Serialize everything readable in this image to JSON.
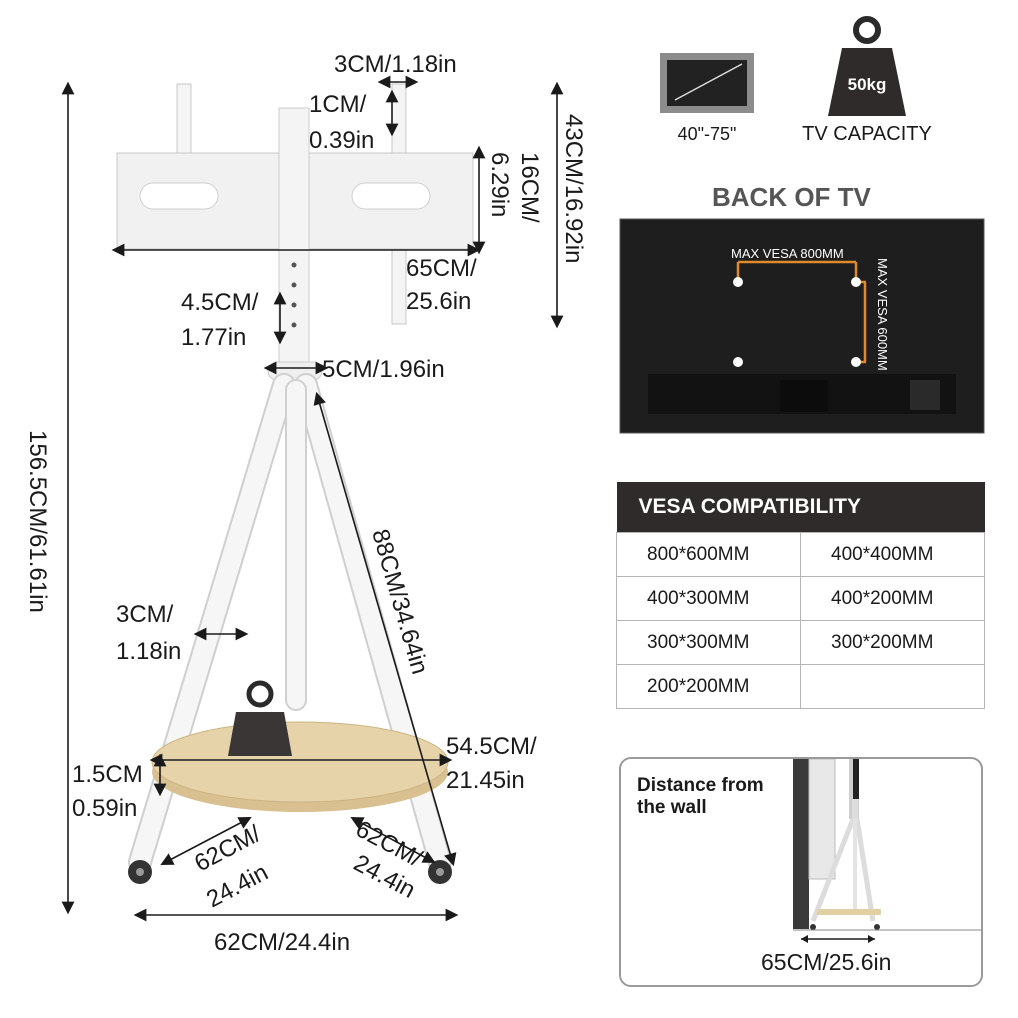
{
  "dimensions": {
    "bracket_gap": "3CM/1.18in",
    "slot_small_1": "1CM/",
    "slot_small_2": "0.39in",
    "bracket_height_1": "6.29in",
    "bracket_height_2": "16CM/",
    "mount_height": "43CM/16.92in",
    "bracket_width_1": "65CM/",
    "bracket_width_2": "25.6in",
    "hole_spacing_1": "4.5CM/",
    "hole_spacing_2": "1.77in",
    "pole_diameter": "5CM/1.96in",
    "total_height": "156.5CM/61.61in",
    "leg_length": "88CM/34.64in",
    "leg_diameter_1": "3CM/",
    "leg_diameter_2": "1.18in",
    "shelf_width_1": "54.5CM/",
    "shelf_width_2": "21.45in",
    "shelf_thickness_1": "1.5CM",
    "shelf_thickness_2": "0.59in",
    "leg_span_left_1": "62CM/",
    "leg_span_left_2": "24.4in",
    "leg_span_right_1": "62CM/",
    "leg_span_right_2": "24.4in",
    "base_width": "62CM/24.4in"
  },
  "specs": {
    "screen_size": "40\"-75\"",
    "capacity_label": "TV CAPACITY",
    "weight": "50kg"
  },
  "back_of_tv": {
    "title": "BACK OF TV",
    "vesa_horizontal": "MAX VESA 800MM",
    "vesa_vertical": "MAX VESA 600MM"
  },
  "vesa_table": {
    "header": "VESA COMPATIBILITY",
    "rows": [
      [
        "800*600MM",
        "400*400MM"
      ],
      [
        "400*300MM",
        "400*200MM"
      ],
      [
        "300*300MM",
        "300*200MM"
      ],
      [
        "200*200MM",
        ""
      ]
    ]
  },
  "wall_distance": {
    "title": "Distance from the wall",
    "dimension": "65CM/25.6in"
  },
  "colors": {
    "stand_white": "#f4f4f4",
    "wood": "#e3cfa4",
    "tv_black": "#1e1e1e",
    "accent_orange": "#e08a2c",
    "table_header": "#2e2b2a"
  }
}
